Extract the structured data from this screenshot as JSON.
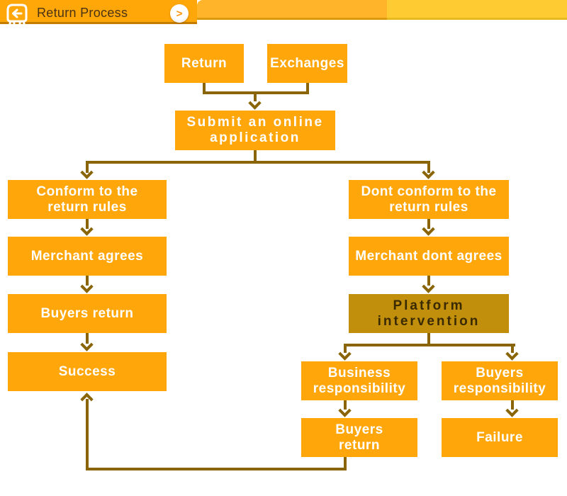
{
  "header": {
    "title": "Return Process",
    "icon": "return-truck-icon",
    "chevron": ">",
    "colors": {
      "bar_left": "#FFA608",
      "bar_mid": "#FFB42A",
      "bar_right": "#FFCB32",
      "title_text": "#4A3413",
      "chevron": "#FF9100"
    }
  },
  "flowchart": {
    "colors": {
      "box": "#FFA60A",
      "box_text": "#FFFFFF",
      "highlight_box": "#C28F0C",
      "highlight_text": "#3A2A00",
      "line": "#8A6508"
    },
    "nodes": [
      {
        "id": "return",
        "label": "Return"
      },
      {
        "id": "exchanges",
        "label": "Exchanges"
      },
      {
        "id": "submit-application",
        "label": "Submit an online\napplication"
      },
      {
        "id": "conform-rules",
        "label": "Conform to the\nreturn rules"
      },
      {
        "id": "dont-conform-rules",
        "label": "Dont conform to the\nreturn rules"
      },
      {
        "id": "merchant-agrees",
        "label": "Merchant agrees"
      },
      {
        "id": "merchant-dont-agrees",
        "label": "Merchant dont agrees"
      },
      {
        "id": "buyers-return-top",
        "label": "Buyers return"
      },
      {
        "id": "platform-intervention",
        "label": "Platform\nintervention"
      },
      {
        "id": "success",
        "label": "Success"
      },
      {
        "id": "business-responsibility",
        "label": "Business\nresponsibility"
      },
      {
        "id": "buyers-responsibility",
        "label": "Buyers\nresponsibility"
      },
      {
        "id": "buyers-return-bottom",
        "label": "Buyers\nreturn"
      },
      {
        "id": "failure",
        "label": "Failure"
      }
    ],
    "edges": [
      {
        "from": "return",
        "to": "submit-application"
      },
      {
        "from": "exchanges",
        "to": "submit-application"
      },
      {
        "from": "submit-application",
        "to": "conform-rules"
      },
      {
        "from": "submit-application",
        "to": "dont-conform-rules"
      },
      {
        "from": "conform-rules",
        "to": "merchant-agrees"
      },
      {
        "from": "merchant-agrees",
        "to": "buyers-return-top"
      },
      {
        "from": "buyers-return-top",
        "to": "success"
      },
      {
        "from": "dont-conform-rules",
        "to": "merchant-dont-agrees"
      },
      {
        "from": "merchant-dont-agrees",
        "to": "platform-intervention"
      },
      {
        "from": "platform-intervention",
        "to": "business-responsibility"
      },
      {
        "from": "platform-intervention",
        "to": "buyers-responsibility"
      },
      {
        "from": "business-responsibility",
        "to": "buyers-return-bottom"
      },
      {
        "from": "buyers-responsibility",
        "to": "failure"
      },
      {
        "from": "buyers-return-bottom",
        "to": "success"
      }
    ]
  }
}
